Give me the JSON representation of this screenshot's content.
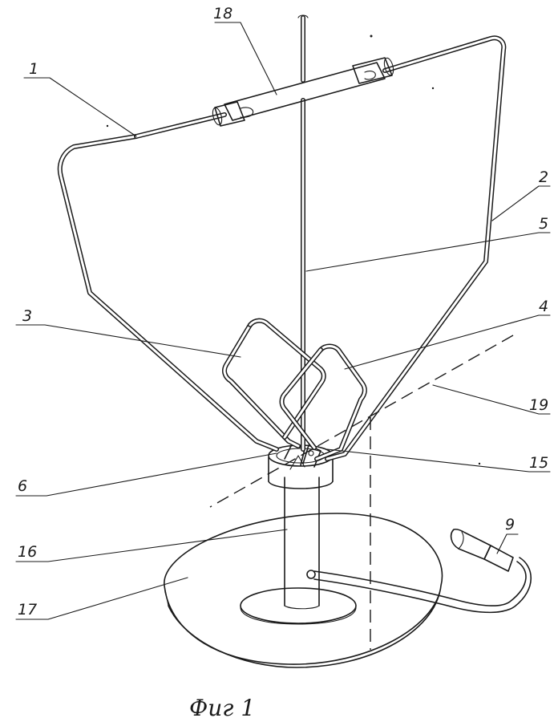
{
  "figure": {
    "caption": "Фиг 1",
    "labels": {
      "l1": "1",
      "l2": "2",
      "l3": "3",
      "l4": "4",
      "l5": "5",
      "l6": "6",
      "l9": "9",
      "l15": "15",
      "l16": "16",
      "l17": "17",
      "l18": "18",
      "l19": "19"
    }
  }
}
